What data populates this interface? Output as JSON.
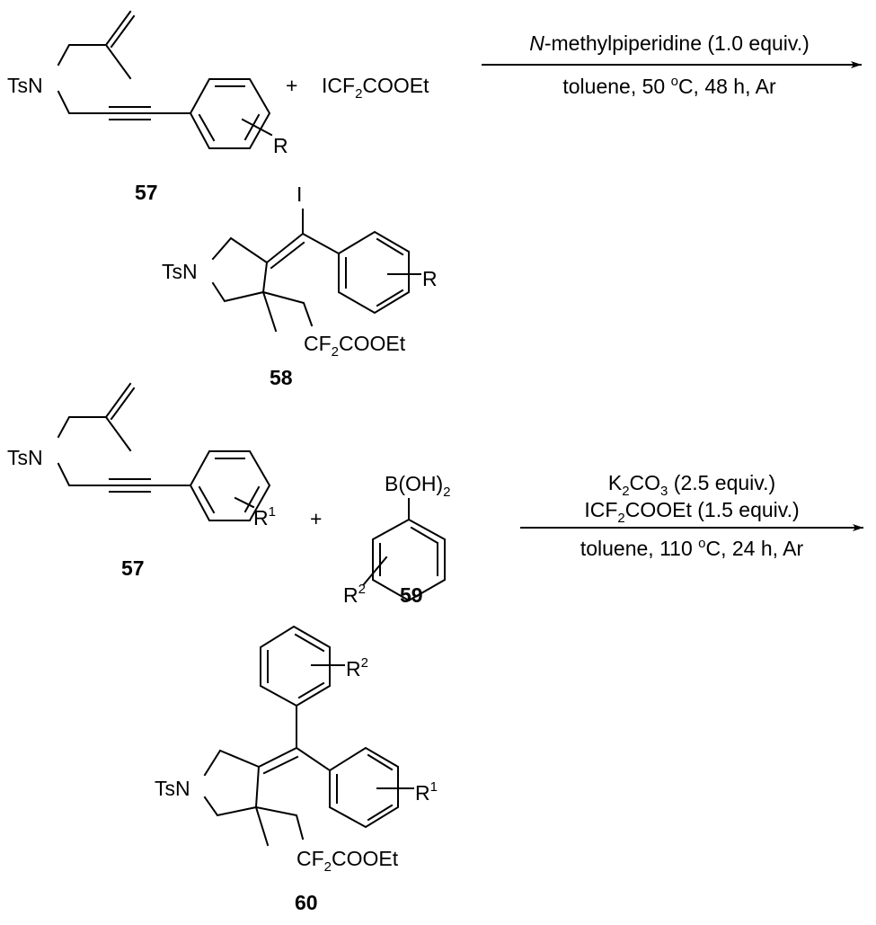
{
  "scheme1": {
    "reactant_label": "57",
    "reactant_amine": "TsN",
    "reactant_sub": "R",
    "plus": "+",
    "reagent": {
      "pre": "ICF",
      "sub": "2",
      "post": "COOEt"
    },
    "conditions_above": {
      "italic": "N",
      "rest": "-methylpiperidine (1.0 equiv.)"
    },
    "conditions_below": {
      "pre": "toluene, 50 ",
      "sup": "o",
      "post": "C, 48 h, Ar"
    },
    "product_label": "58",
    "product_amine": "TsN",
    "product_iodo": "I",
    "product_sub": "R",
    "product_chain": {
      "pre": "CF",
      "sub": "2",
      "post": "COOEt"
    }
  },
  "scheme2": {
    "reactant_label": "57",
    "reactant_amine": "TsN",
    "reactant_sub": {
      "base": "R",
      "sup": "1"
    },
    "plus": "+",
    "boronic_label": "59",
    "boronic_group": {
      "pre": "B(OH)",
      "sub": "2"
    },
    "boronic_sub": {
      "base": "R",
      "sup": "2"
    },
    "conditions_above_1": {
      "pre": "K",
      "sub": "2",
      "mid": "CO",
      "sub2": "3",
      "post": " (2.5 equiv.)"
    },
    "conditions_above_2": {
      "pre": "ICF",
      "sub": "2",
      "post": "COOEt (1.5 equiv.)"
    },
    "conditions_below": {
      "pre": "toluene, 110 ",
      "sup": "o",
      "post": "C, 24 h, Ar"
    },
    "product_label": "60",
    "product_amine": "TsN",
    "product_sub1": {
      "base": "R",
      "sup": "1"
    },
    "product_sub2": {
      "base": "R",
      "sup": "2"
    },
    "product_chain": {
      "pre": "CF",
      "sub": "2",
      "post": "COOEt"
    }
  }
}
